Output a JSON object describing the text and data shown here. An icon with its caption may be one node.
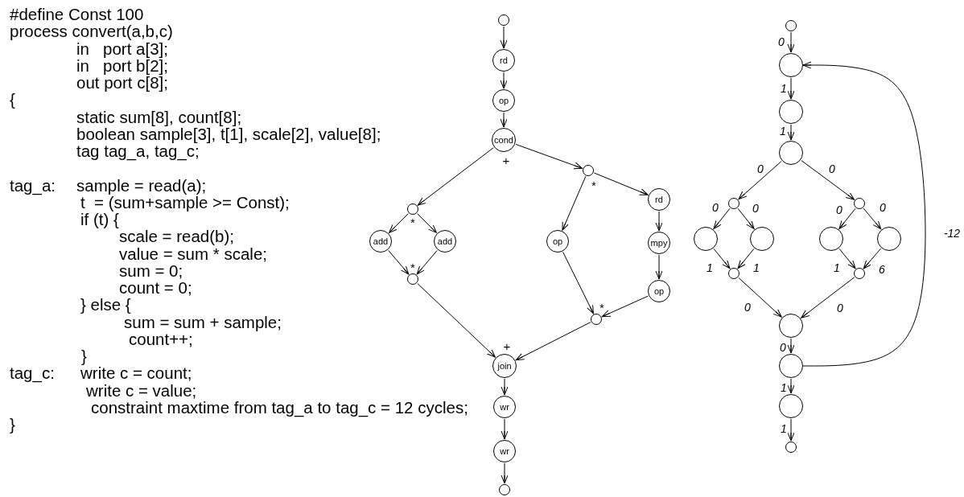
{
  "diagram": {
    "nodes": [
      {
        "text": [],
        "shape": "circle"
      },
      {
        "text": [
          "rd"
        ]
      },
      {
        "text": [
          "op"
        ]
      },
      {
        "text": [
          "cond"
        ],
        "beside": [
          "+"
        ]
      },
      {
        "text": [],
        "shape": "circle",
        "beside": [
          "*"
        ]
      },
      {
        "text": [
          "add"
        ]
      },
      {
        "text": [
          "add"
        ]
      },
      {
        "text": [],
        "shape": "circle",
        "beside": [
          "*"
        ]
      },
      {
        "text": [],
        "shape": "circle",
        "beside": [
          "*"
        ]
      },
      {
        "text": [
          "op"
        ]
      },
      {
        "text": [
          "rd"
        ]
      },
      {
        "text": [
          "mpy"
        ]
      },
      {
        "text": [
          "op"
        ]
      },
      {
        "text": [],
        "shape": "circle",
        "beside": [
          "*"
        ]
      },
      {
        "text": [
          "join"
        ],
        "beside": [
          "+"
        ]
      },
      {
        "text": [
          "wr"
        ]
      },
      {
        "text": [
          "wr"
        ]
      },
      {
        "text": [],
        "shape": "circle"
      },
      {
        "text": [],
        "shape": "circle"
      },
      {
        "text": [],
        "shape": "circle"
      },
      {
        "text": [],
        "shape": "circle"
      },
      {
        "text": [],
        "shape": "circle"
      },
      {
        "text": [],
        "shape": "circle"
      },
      {
        "text": [],
        "shape": "circle"
      },
      {
        "text": [],
        "shape": "circle"
      },
      {
        "text": [],
        "shape": "circle"
      },
      {
        "text": [],
        "shape": "circle"
      },
      {
        "text": [],
        "shape": "circle"
      },
      {
        "text": [],
        "shape": "circle"
      },
      {
        "text": [],
        "shape": "circle"
      },
      {
        "text": [],
        "shape": "circle"
      },
      {
        "text": [],
        "shape": "circle"
      },
      {
        "text": [],
        "shape": "circle"
      },
      {
        "text": [],
        "shape": "circle"
      }
    ],
    "edges": [
      {
        "from": 0,
        "to": 1,
        "arrow": "to"
      },
      {
        "from": 1,
        "to": 2,
        "arrow": "to"
      },
      {
        "from": 2,
        "to": 3,
        "arrow": "to"
      },
      {
        "from": 3,
        "to": 4,
        "arrow": "to"
      },
      {
        "from": 3,
        "to": 8,
        "arrow": "to"
      },
      {
        "from": 4,
        "to": 5,
        "arrow": "to"
      },
      {
        "from": 4,
        "to": 6,
        "arrow": "to"
      },
      {
        "from": 5,
        "to": 7,
        "arrow": "to"
      },
      {
        "from": 6,
        "to": 7,
        "arrow": "to"
      },
      {
        "from": 8,
        "to": 9,
        "arrow": "to"
      },
      {
        "from": 8,
        "to": 10,
        "arrow": "to"
      },
      {
        "from": 10,
        "to": 11,
        "arrow": "to"
      },
      {
        "from": 11,
        "to": 12,
        "arrow": "to"
      },
      {
        "from": 9,
        "to": 13,
        "arrow": "to"
      },
      {
        "from": 12,
        "to": 13,
        "arrow": "to"
      },
      {
        "from": 7,
        "to": 14,
        "arrow": "to"
      },
      {
        "from": 13,
        "to": 14,
        "arrow": "to"
      },
      {
        "from": 14,
        "to": 15,
        "arrow": "to"
      },
      {
        "from": 15,
        "to": 16,
        "arrow": "to"
      },
      {
        "from": 16,
        "to": 17,
        "arrow": "to"
      },
      {
        "from": 18,
        "to": 19,
        "arrow": "to",
        "label": "0"
      },
      {
        "from": 19,
        "to": 20,
        "arrow": "to",
        "label": "1"
      },
      {
        "from": 20,
        "to": 21,
        "arrow": "to",
        "label": "1"
      },
      {
        "from": 21,
        "to": 22,
        "arrow": "to",
        "label": "0"
      },
      {
        "from": 21,
        "to": 23,
        "arrow": "to",
        "label": "0"
      },
      {
        "from": 22,
        "to": 24,
        "arrow": "to",
        "label": "0"
      },
      {
        "from": 22,
        "to": 25,
        "arrow": "to",
        "label": "0"
      },
      {
        "from": 23,
        "to": 26,
        "arrow": "to",
        "label": "0"
      },
      {
        "from": 23,
        "to": 27,
        "arrow": "to",
        "label": "0"
      },
      {
        "from": 24,
        "to": 28,
        "arrow": "to",
        "label": "1"
      },
      {
        "from": 25,
        "to": 28,
        "arrow": "to",
        "label": "1"
      },
      {
        "from": 26,
        "to": 29,
        "arrow": "to",
        "label": "1"
      },
      {
        "from": 27,
        "to": 29,
        "arrow": "to",
        "label": "6"
      },
      {
        "from": 28,
        "to": 30,
        "arrow": "to",
        "label": "0"
      },
      {
        "from": 29,
        "to": 30,
        "arrow": "to",
        "label": "0"
      },
      {
        "from": 30,
        "to": 31,
        "arrow": "to",
        "label": "0"
      },
      {
        "from": 31,
        "to": 32,
        "arrow": "to",
        "label": "1"
      },
      {
        "from": 32,
        "to": 33,
        "arrow": "to",
        "label": "1"
      },
      {
        "from": 31,
        "to": 19,
        "arrow": "to",
        "label": "-12"
      }
    ],
    "labels": [
      "#define Const 100",
      "process convert(a,b,c)",
      "in   port a[3];",
      "in   port b[2];",
      "out port c[8];",
      "{",
      "static sum[8], count[8];",
      "boolean sample[3], t[1], scale[2], value[8];",
      "tag tag_a, tag_c;",
      "tag_a:",
      "sample = read(a);",
      "t  = (sum+sample >= Const);",
      "if (t) {",
      "scale = read(b);",
      "value = sum * scale;",
      "sum = 0;",
      "count = 0;",
      "} else {",
      "sum = sum + sample;",
      "count++;",
      "}",
      "tag_c:",
      "write c = count;",
      "write c = value;",
      "constraint maxtime from tag_a to tag_c = 12 cycles;",
      "}"
    ]
  }
}
